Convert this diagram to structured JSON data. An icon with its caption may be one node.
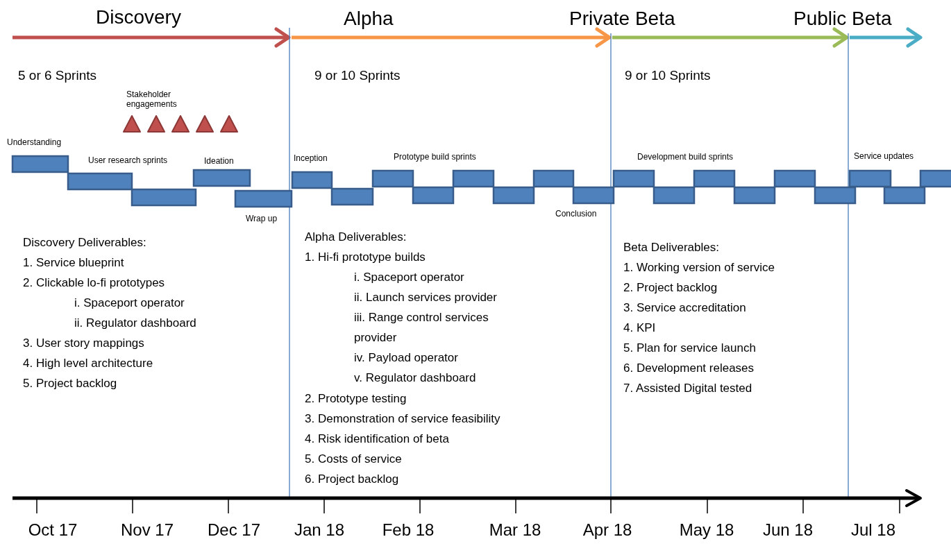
{
  "diagram": {
    "labels": [
      "Discovery",
      "Alpha",
      "Private Beta",
      "Public Beta",
      "5 or 6 Sprints",
      "9 or 10 Sprints",
      "9 or 10 Sprints",
      "Stakeholder engagements",
      "Understanding",
      "User research sprints",
      "Ideation",
      "Inception",
      "Prototype build sprints",
      "Development build sprints",
      "Service updates",
      "Wrap up",
      "Conclusion",
      "Discovery Deliverables:",
      "1. Service blueprint",
      "2. Clickable lo-fi prototypes",
      "i. Spaceport operator",
      "ii. Regulator dashboard",
      "3. User story mappings",
      "4. High level architecture",
      "5. Project backlog",
      "Alpha Deliverables:",
      "1. Hi-fi prototype builds",
      "i. Spaceport operator",
      "ii. Launch services provider",
      "iii. Range control services provider",
      "iv. Payload operator",
      "v. Regulator dashboard",
      "2. Prototype testing",
      "3. Demonstration of service feasibility",
      "4. Risk identification of beta",
      "5. Costs of service",
      "6. Project backlog",
      "Beta Deliverables:",
      "1. Working version of service",
      "2. Project backlog",
      "3. Service accreditation",
      "4. KPI",
      "5. Plan for service launch",
      "6. Development releases",
      "7. Assisted Digital tested",
      "Oct 17",
      "Nov 17",
      "Dec 17",
      "Jan 18",
      "Feb 18",
      "Mar 18",
      "Apr 18",
      "May 18",
      "Jun 18",
      "Jul 18"
    ]
  }
}
